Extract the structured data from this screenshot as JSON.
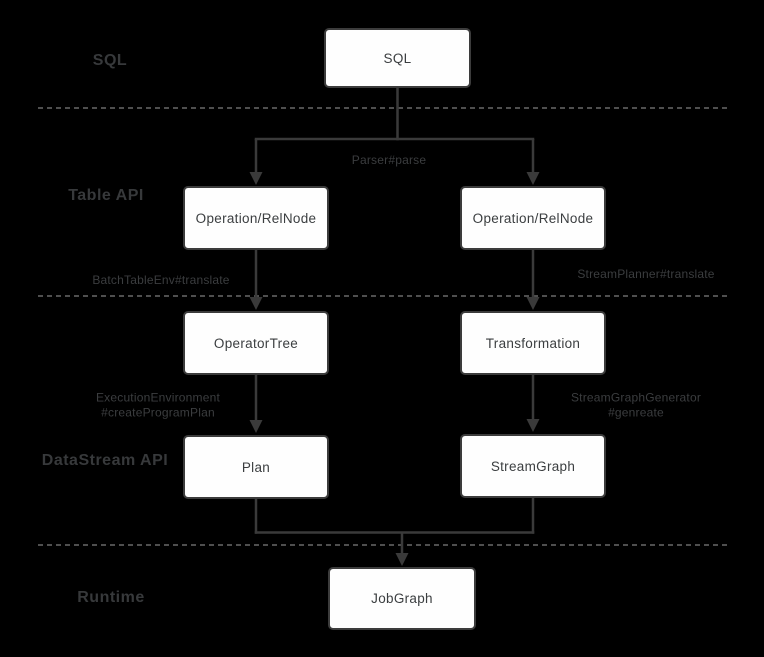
{
  "diagram": {
    "title_context": "SQL translation flow diagram",
    "colors": {
      "background": "#000000",
      "node_fill": "#fefefe",
      "node_border": "#3c3c3c",
      "node_text": "#3b3e40",
      "connector": "#3a3a3a",
      "dashed_divider": "#4f4f4f",
      "layer_label": "#37393b",
      "edge_label": "#3b3d3f"
    }
  },
  "layers": [
    {
      "label": "SQL"
    },
    {
      "label": "Table API"
    },
    {
      "label": "DataStream API"
    },
    {
      "label": "Runtime"
    }
  ],
  "nodes": {
    "sql": {
      "label": "SQL"
    },
    "operation_relnode_left": {
      "label": "Operation/RelNode"
    },
    "operation_relnode_right": {
      "label": "Operation/RelNode"
    },
    "operator_tree": {
      "label": "OperatorTree"
    },
    "transformation": {
      "label": "Transformation"
    },
    "plan": {
      "label": "Plan"
    },
    "stream_graph": {
      "label": "StreamGraph"
    },
    "job_graph": {
      "label": "JobGraph"
    }
  },
  "edge_labels": {
    "parser_parse": "Parser#parse",
    "batch_table_env_translate": "BatchTableEnv#translate",
    "stream_planner_translate": "StreamPlanner#translate",
    "execution_environment_line1": "ExecutionEnvironment",
    "execution_environment_line2": "#createProgramPlan",
    "stream_graph_generator_line1": "StreamGraphGenerator",
    "stream_graph_generator_line2": "#genreate"
  }
}
